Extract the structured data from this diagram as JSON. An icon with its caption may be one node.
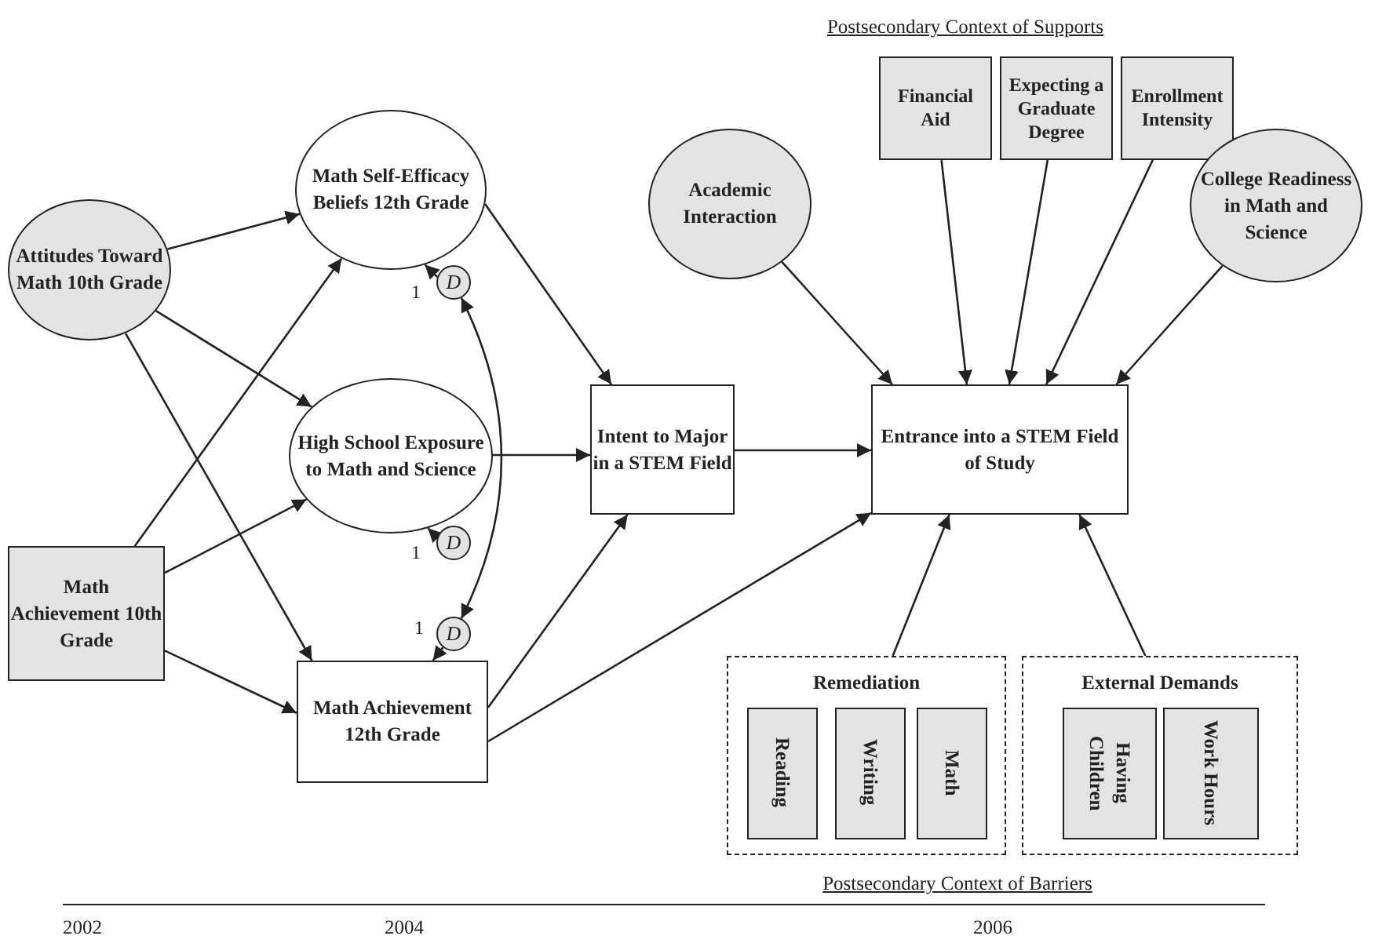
{
  "diagram": {
    "nodes": [
      {
        "text": [
          "Attitudes Toward Math 10th Grade"
        ]
      },
      {
        "text": [
          "Math Self-Efficacy Beliefs 12th Grade"
        ]
      },
      {
        "text": [
          "D"
        ]
      },
      {
        "text": [
          "High School Exposure to Math and Science"
        ]
      },
      {
        "text": [
          "D"
        ]
      },
      {
        "text": [
          "Math Achievement 10th Grade"
        ]
      },
      {
        "text": [
          "D"
        ]
      },
      {
        "text": [
          "Math Achievement 12th Grade"
        ]
      },
      {
        "text": [
          "Intent to Major in a STEM Field"
        ]
      },
      {
        "text": [
          "Financial Aid"
        ]
      },
      {
        "text": [
          "Expecting a Graduate Degree"
        ]
      },
      {
        "text": [
          "Enrollment Intensity"
        ]
      },
      {
        "text": [
          "Academic Interaction"
        ]
      },
      {
        "text": [
          "College Readiness in Math and Science"
        ]
      },
      {
        "text": [
          "Entrance into a STEM Field of Study"
        ]
      },
      {
        "text": [
          "Remediation"
        ]
      },
      {
        "text": [
          "Reading"
        ],
        "in": 15
      },
      {
        "text": [
          "Writing"
        ],
        "in": 15
      },
      {
        "text": [
          "Math"
        ],
        "in": 15
      },
      {
        "text": [
          "External Demands"
        ]
      },
      {
        "text": [
          "Having Children"
        ],
        "in": 19
      },
      {
        "text": [
          "Work Hours"
        ],
        "in": 19
      }
    ],
    "edges": [
      {
        "from": 0,
        "to": 1,
        "arrow": "to"
      },
      {
        "from": 0,
        "to": 3,
        "arrow": "to"
      },
      {
        "from": 0,
        "to": 7,
        "arrow": "to"
      },
      {
        "from": 5,
        "to": 1,
        "arrow": "to"
      },
      {
        "from": 5,
        "to": 3,
        "arrow": "to"
      },
      {
        "from": 5,
        "to": 7,
        "arrow": "to"
      },
      {
        "from": 2,
        "to": 1,
        "label": "1",
        "arrow": "to"
      },
      {
        "from": 4,
        "to": 3,
        "label": "1",
        "arrow": "to"
      },
      {
        "from": 6,
        "to": 7,
        "label": "1",
        "arrow": "to"
      },
      {
        "from": 2,
        "to": 6,
        "arrow": "both"
      },
      {
        "from": 1,
        "to": 8,
        "arrow": "to"
      },
      {
        "from": 3,
        "to": 8,
        "arrow": "to"
      },
      {
        "from": 7,
        "to": 8,
        "arrow": "to"
      },
      {
        "from": 7,
        "to": 14,
        "arrow": "to"
      },
      {
        "from": 8,
        "to": 14,
        "arrow": "to"
      },
      {
        "from": 9,
        "to": 14,
        "arrow": "to"
      },
      {
        "from": 10,
        "to": 14,
        "arrow": "to"
      },
      {
        "from": 11,
        "to": 14,
        "arrow": "to"
      },
      {
        "from": 12,
        "to": 14,
        "arrow": "to"
      },
      {
        "from": 13,
        "to": 14,
        "arrow": "to"
      },
      {
        "from": 15,
        "to": 14,
        "arrow": "to"
      },
      {
        "from": 19,
        "to": 14,
        "arrow": "to"
      }
    ],
    "labels": [
      "Postsecondary Context of Supports",
      "Postsecondary Context of Barriers",
      "2002",
      "2004",
      "2006"
    ]
  }
}
